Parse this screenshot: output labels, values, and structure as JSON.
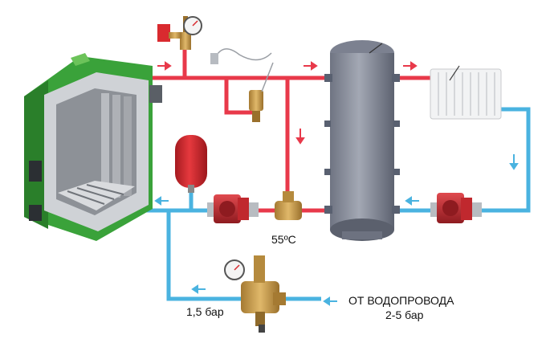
{
  "labels": {
    "temp_valve": "55ºC",
    "fill_pressure": "1,5 бар",
    "water_supply_line1": "ОТ ВОДОПРОВОДА",
    "water_supply_line2": "2-5 бар"
  },
  "colors": {
    "hot_pipe": "#e8394a",
    "cold_pipe": "#4ab3e0",
    "boiler_green": "#3aa23a",
    "tank_gray": "#8a8f9c",
    "pump_red": "#c0282e",
    "brass": "#c79a4a",
    "expansion_tank": "#d4242a"
  },
  "icons": [
    "boiler-icon",
    "buffer-tank-icon",
    "radiator-icon",
    "circulation-pump-icon",
    "mixing-valve-icon",
    "expansion-tank-icon",
    "safety-group-icon",
    "pressure-reducer-icon",
    "flow-arrow-icon"
  ]
}
